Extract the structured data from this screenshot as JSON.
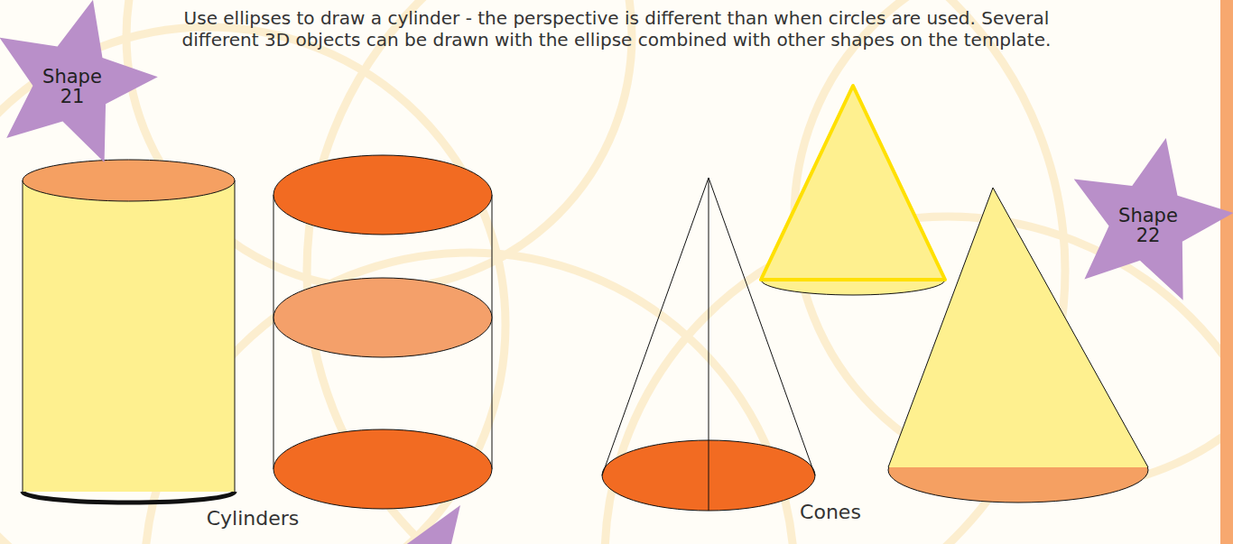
{
  "diagram": {
    "title": "Use ellipses to draw a cylinder - the perspective is different than when circles are used. Several different 3D objects can be drawn with the ellipse combined with other shapes on the template.",
    "nodes": [
      {
        "text": [
          "Shape 21"
        ]
      },
      {
        "text": [
          "Shape 22"
        ]
      }
    ],
    "labels": [
      "Cylinders",
      "Cones"
    ]
  }
}
